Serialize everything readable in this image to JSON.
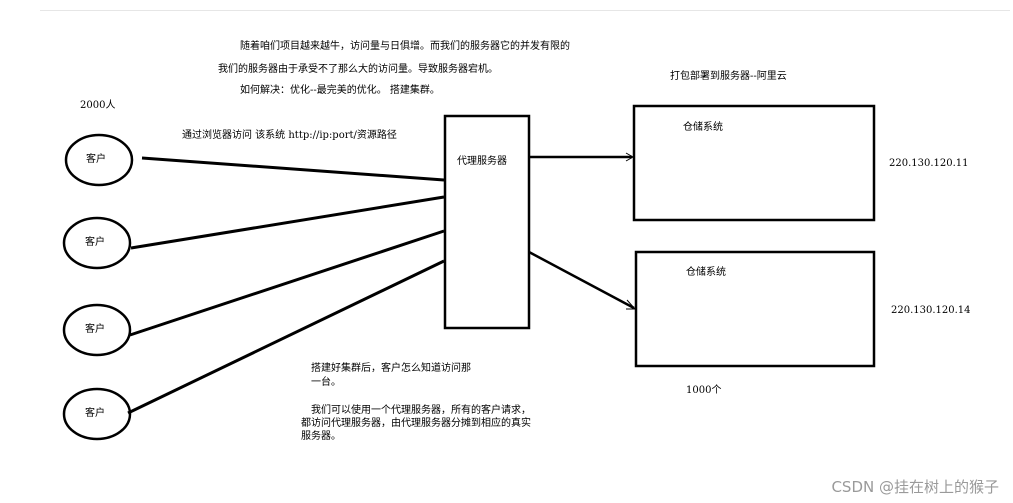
{
  "header_notes": [
    "随着咱们项目越来越牛，访问量与日俱增。而我们的服务器它的并发有限的",
    "我们的服务器由于承受不了那么大的访问量。导致服务器宕机。",
    "如何解决：优化--最完美的优化。 搭建集群。"
  ],
  "users_count": "2000人",
  "browser_access_note": "通过浏览器访问 该系统  http://ip:port/资源路径",
  "deploy_note": "打包部署到服务器--阿里云",
  "clients": [
    {
      "label": "客户"
    },
    {
      "label": "客户"
    },
    {
      "label": "客户"
    },
    {
      "label": "客户"
    }
  ],
  "proxy": {
    "label": "代理服务器"
  },
  "servers": [
    {
      "label": "仓储系统",
      "ip": "220.130.120.11"
    },
    {
      "label": "仓储系统",
      "ip": "220.130.120.14"
    }
  ],
  "servers_count": "1000个",
  "footer_notes": [
    "搭建好集群后，客户怎么知道访问那",
    "一台。",
    "我们可以使用一个代理服务器，所有的客户请求，",
    "都访问代理服务器，由代理服务器分摊到相应的真实",
    "服务器。"
  ],
  "watermark": "CSDN @挂在树上的猴子"
}
